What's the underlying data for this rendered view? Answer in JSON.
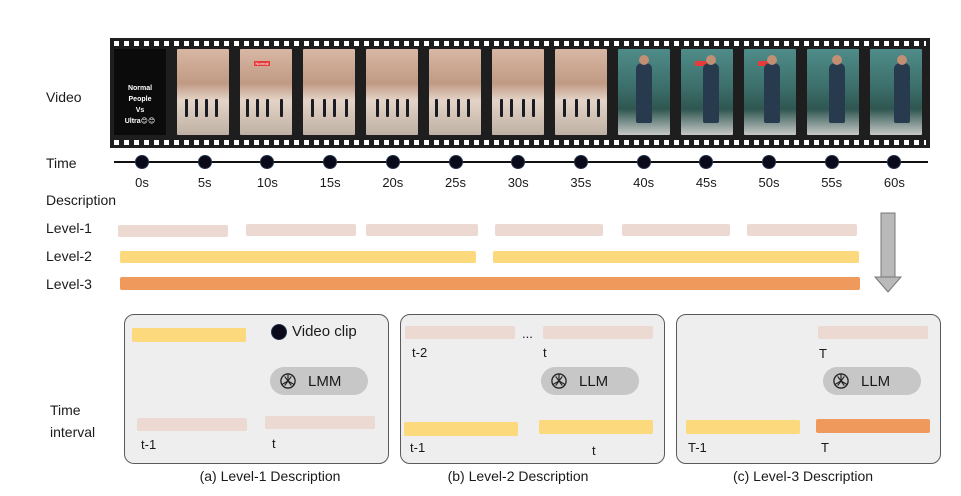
{
  "row_labels": {
    "video": "Video",
    "time": "Time",
    "description": "Description",
    "level1": "Level-1",
    "level2": "Level-2",
    "level3": "Level-3",
    "time_interval_line1": "Time",
    "time_interval_line2": "interval"
  },
  "first_frame_text": [
    "Normal People",
    "Vs",
    "Ultra😊😊"
  ],
  "frame_red_tag": "Normal",
  "time_ticks": [
    "0s",
    "5s",
    "10s",
    "15s",
    "20s",
    "25s",
    "30s",
    "35s",
    "40s",
    "45s",
    "50s",
    "55s",
    "60s"
  ],
  "panel_a": {
    "model": "LMM",
    "legend_label": "Video clip",
    "label_prev": "t-1",
    "label_cur": "t",
    "caption": "(a) Level-1 Description"
  },
  "panel_b": {
    "model": "LLM",
    "ellipsis": "...",
    "label_t2": "t-2",
    "label_t_top": "t",
    "label_t1": "t-1",
    "label_t_bottom": "t",
    "caption": "(b) Level-2 Description"
  },
  "panel_c": {
    "model": "LLM",
    "label_T_top": "T",
    "label_T1": "T-1",
    "label_T_bottom": "T",
    "caption": "(c) Level-3 Description"
  },
  "colors": {
    "level1": "#ecd9d2",
    "level2": "#fbd97c",
    "level3": "#ef9a5c",
    "panel_bg": "#eeeeee",
    "model_pill": "#c7c7c7",
    "film": "#1e1e1e"
  },
  "icons": {
    "model_logo": "openai-logo-icon",
    "video_clip": "filled-circle-icon",
    "down_arrow": "large-down-arrow-icon"
  }
}
